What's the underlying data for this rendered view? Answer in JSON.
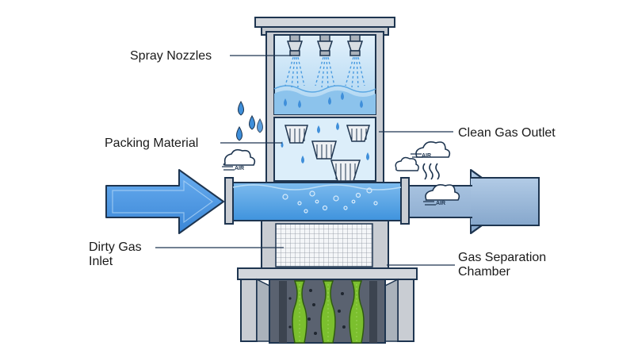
{
  "labels": {
    "spray_nozzles": "Spray Nozzles",
    "packing_material": "Packing Material",
    "dirty_gas_inlet_line1": "Dirty Gas",
    "dirty_gas_inlet_line2": "Inlet",
    "clean_gas_outlet": "Clean Gas Outlet",
    "gas_separation_line1": "Gas Separation",
    "gas_separation_line2": "Chamber",
    "air_tag": "AIR"
  },
  "icons": {
    "nozzle": "spray-nozzle-icon",
    "droplet": "water-droplet-icon",
    "cloud": "air-cloud-icon",
    "inlet_arrow": "inlet-arrow-icon",
    "outlet_arrow": "outlet-arrow-icon"
  },
  "colors": {
    "outline": "#1e3550",
    "water_light": "#cfe6f7",
    "water": "#8cc3ec",
    "water_deep": "#5aa7e3",
    "inlet_blue": "#4a95e0",
    "outlet_blue": "#8fb1d6",
    "steel": "#c9cdd3",
    "filter_green": "#7bbf2e",
    "filter_dark": "#3c4450"
  }
}
